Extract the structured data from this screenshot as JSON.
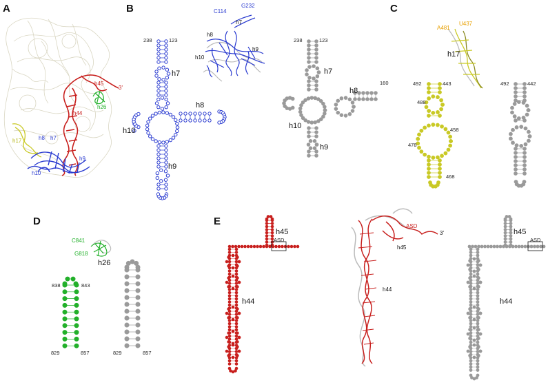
{
  "colors": {
    "blue": "#2a3bd0",
    "gray": "#9a9a9a",
    "yellow": "#c9c925",
    "orange": "#e8a000",
    "green": "#22b02a",
    "red": "#c8201e",
    "light": "#d9d6c2"
  },
  "panels": {
    "A": {
      "label": "A",
      "helices": {
        "h45": "h45",
        "three": "3'",
        "h26": "h26",
        "h44": "h44",
        "h17": "h17",
        "h8": "h8",
        "h7": "h7",
        "h9": "h9",
        "h10": "h10"
      }
    },
    "B": {
      "label": "B",
      "blue_struct": {
        "n238": "238",
        "n123": "123",
        "h7": "h7",
        "h8": "h8",
        "h10": "h10",
        "h9": "h9"
      },
      "model": {
        "c114": "C114",
        "g232": "G232",
        "h7": "h7",
        "h8": "h8",
        "h9": "h9",
        "h10": "h10"
      },
      "gray_struct": {
        "n238": "238",
        "n123": "123",
        "n160": "160",
        "h7": "h7",
        "h8": "h8",
        "h10": "h10",
        "h9": "h9"
      }
    },
    "C": {
      "label": "C",
      "model": {
        "a481": "A481",
        "u437": "U437",
        "h17": "h17"
      },
      "yellow_struct": {
        "n492": "492",
        "n443": "443",
        "n488": "488",
        "n458": "458",
        "n478": "478",
        "n468": "468"
      },
      "gray_struct": {
        "n492": "492",
        "n442": "442"
      }
    },
    "D": {
      "label": "D",
      "model": {
        "c841": "C841",
        "g818": "G818",
        "h26": "h26"
      },
      "green_struct": {
        "n838": "838",
        "n843": "843",
        "n829": "829",
        "n857": "857"
      },
      "gray_struct": {
        "n829": "829",
        "n857": "857"
      }
    },
    "E": {
      "label": "E",
      "red_struct": {
        "h45": "h45",
        "asd": "ASD",
        "h44": "h44"
      },
      "model": {
        "asd": "ASD",
        "three": "3'",
        "h45": "h45",
        "h44": "h44"
      },
      "gray_struct": {
        "h45": "h45",
        "asd": "ASD",
        "h44": "h44"
      }
    }
  }
}
